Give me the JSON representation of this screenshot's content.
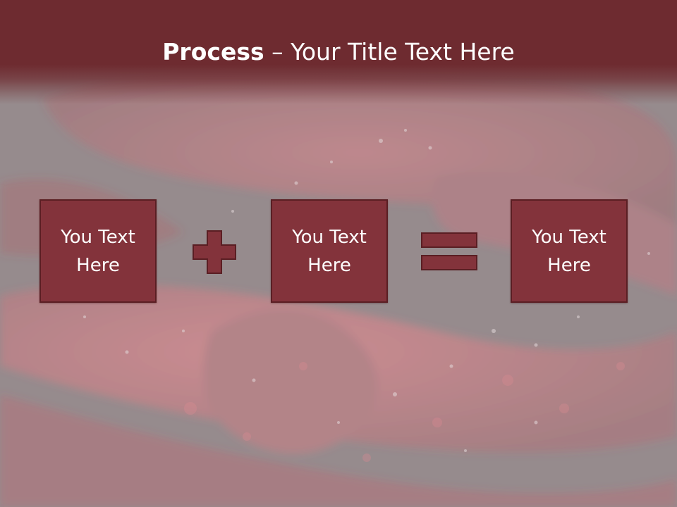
{
  "slide": {
    "title_bold": "Process",
    "title_dash": " – ",
    "title_rest": "Your Title Text Here"
  },
  "process": {
    "boxes": [
      {
        "text": "You Text Here"
      },
      {
        "text": "You Text Here"
      },
      {
        "text": "You Text Here"
      }
    ],
    "operators": [
      "plus-icon",
      "equals-icon"
    ]
  },
  "colors": {
    "title_band": "#6e2b30",
    "box_fill": "#83333b",
    "box_border": "#5a1e23",
    "operator_fill": "#83333b",
    "text": "#ffffff"
  },
  "background": {
    "image": "rose-petals-with-water-droplets"
  }
}
